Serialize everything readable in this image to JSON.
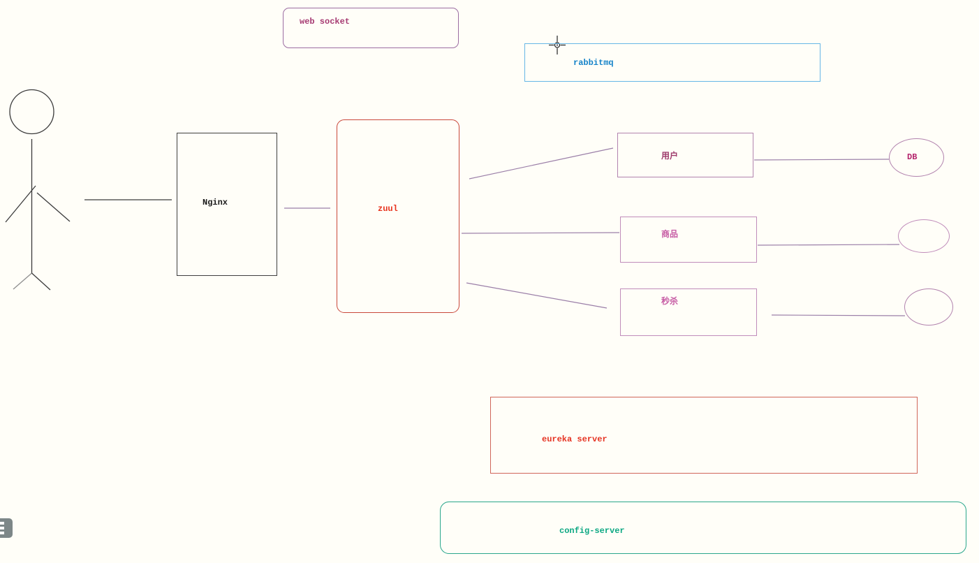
{
  "diagram": {
    "background": "#fffef8",
    "connector_color": "#9b7fa8",
    "actor_color": "#3b3b3b",
    "nodes": {
      "web_socket": {
        "label": "web socket",
        "border": "#9c6da2",
        "text_color": "#a63a72",
        "shape": "rounded-rect"
      },
      "rabbitmq": {
        "label": "rabbitmq",
        "border": "#66b6e6",
        "text_color": "#1583c9",
        "shape": "rect"
      },
      "nginx": {
        "label": "Nginx",
        "border": "#3f3f3f",
        "text_color": "#1a1a1a",
        "shape": "rect"
      },
      "zuul": {
        "label": "zuul",
        "border": "#c9473a",
        "text_color": "#e8321c",
        "shape": "rounded-rect"
      },
      "user_service": {
        "label": "用户",
        "border": "#b283ae",
        "text_color": "#9e3a6c",
        "shape": "rect"
      },
      "product_service": {
        "label": "商品",
        "border": "#c08cba",
        "text_color": "#c75da5",
        "shape": "rect"
      },
      "seckill_service": {
        "label": "秒杀",
        "border": "#c08cba",
        "text_color": "#c75da5",
        "shape": "rect"
      },
      "db": {
        "label": "DB",
        "border": "#b283ae",
        "text_color": "#b5256d",
        "shape": "ellipse"
      },
      "db_product": {
        "label": "",
        "border": "#c08cba",
        "shape": "ellipse"
      },
      "db_seckill": {
        "label": "",
        "border": "#b283ae",
        "shape": "ellipse"
      }
    },
    "eureka_server": {
      "label": "eureka server",
      "border": "#d0665a",
      "text_color": "#e63322",
      "shape": "rect"
    },
    "config_server": {
      "label": "config-server",
      "border": "#2aa78c",
      "text_color": "#0ca883",
      "shape": "rounded-rect"
    }
  }
}
